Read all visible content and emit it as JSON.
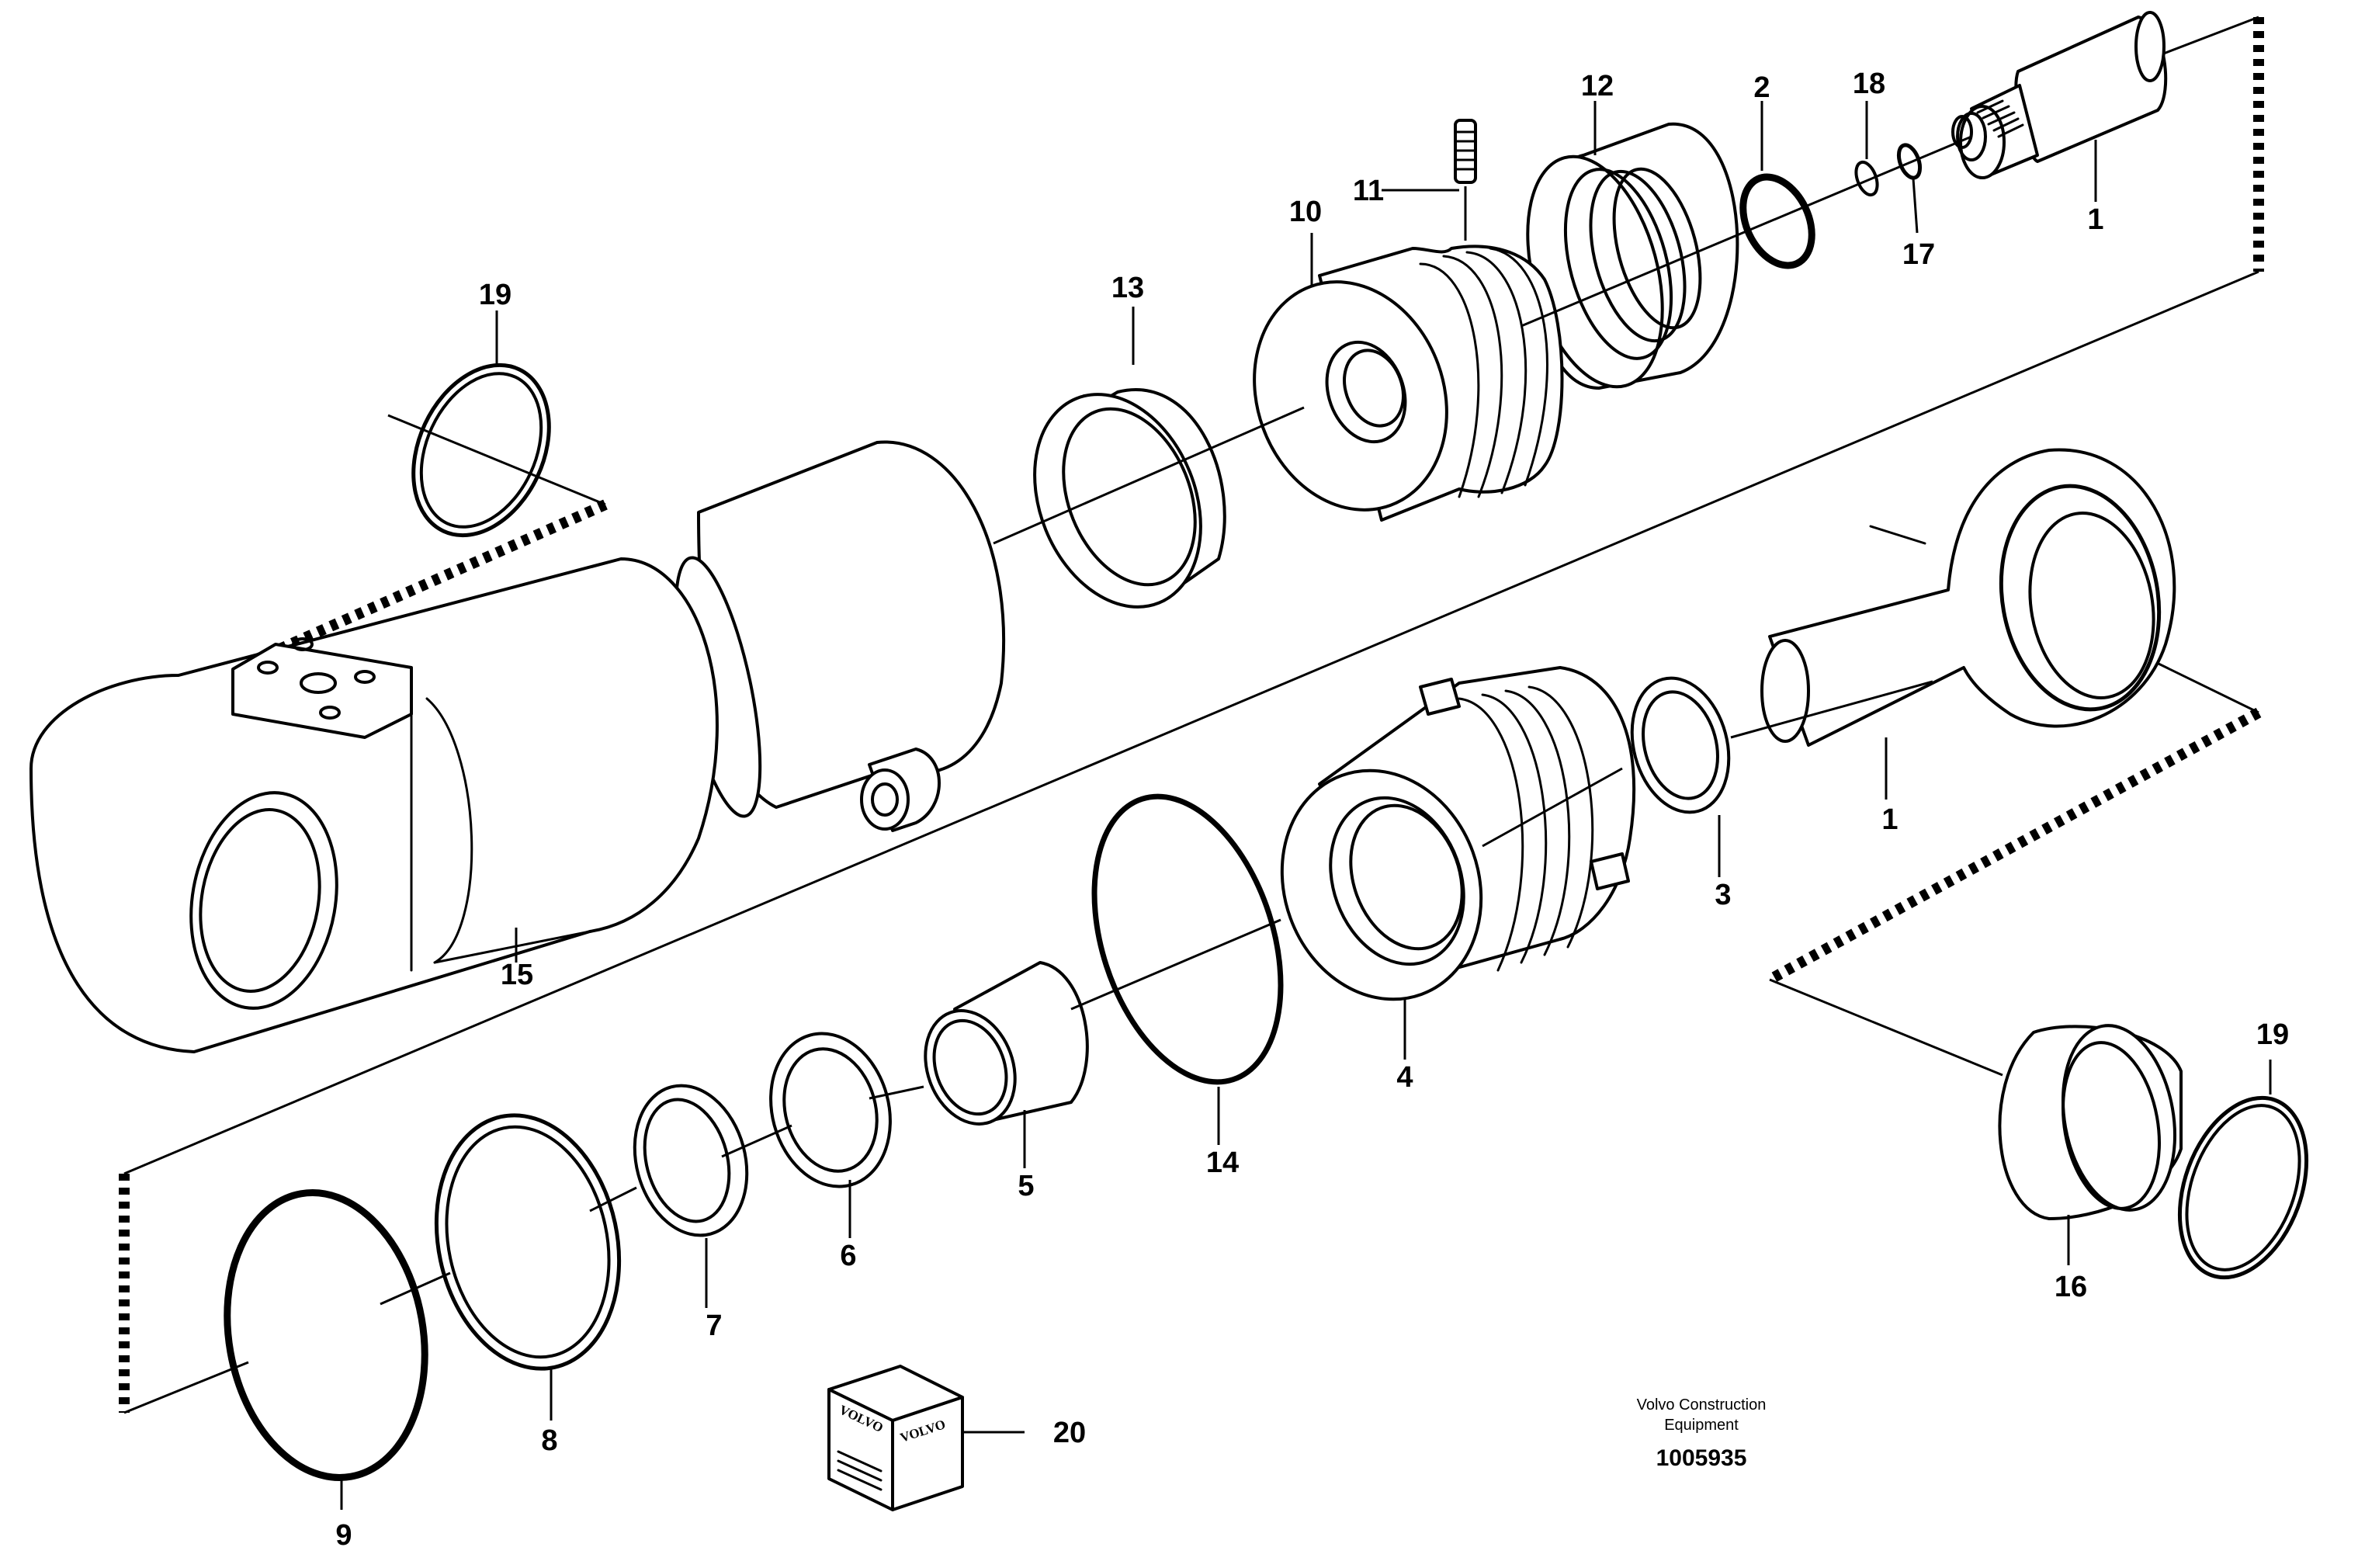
{
  "diagram": {
    "callouts": [
      {
        "id": "label-1-top",
        "text": "1"
      },
      {
        "id": "label-2",
        "text": "2"
      },
      {
        "id": "label-18",
        "text": "18"
      },
      {
        "id": "label-17",
        "text": "17"
      },
      {
        "id": "label-12",
        "text": "12"
      },
      {
        "id": "label-11",
        "text": "11"
      },
      {
        "id": "label-10",
        "text": "10"
      },
      {
        "id": "label-13",
        "text": "13"
      },
      {
        "id": "label-19-left",
        "text": "19"
      },
      {
        "id": "label-15",
        "text": "15"
      },
      {
        "id": "label-1-mid",
        "text": "1"
      },
      {
        "id": "label-3",
        "text": "3"
      },
      {
        "id": "label-4",
        "text": "4"
      },
      {
        "id": "label-14",
        "text": "14"
      },
      {
        "id": "label-5",
        "text": "5"
      },
      {
        "id": "label-6",
        "text": "6"
      },
      {
        "id": "label-7",
        "text": "7"
      },
      {
        "id": "label-8",
        "text": "8"
      },
      {
        "id": "label-9",
        "text": "9"
      },
      {
        "id": "label-20",
        "text": "20"
      },
      {
        "id": "label-19-right",
        "text": "19"
      },
      {
        "id": "label-16",
        "text": "16"
      }
    ],
    "footer": {
      "company_line1": "Volvo Construction",
      "company_line2": "Equipment",
      "document_number": "1005935"
    },
    "kit_box": {
      "brand_text": "VOLVO"
    }
  }
}
